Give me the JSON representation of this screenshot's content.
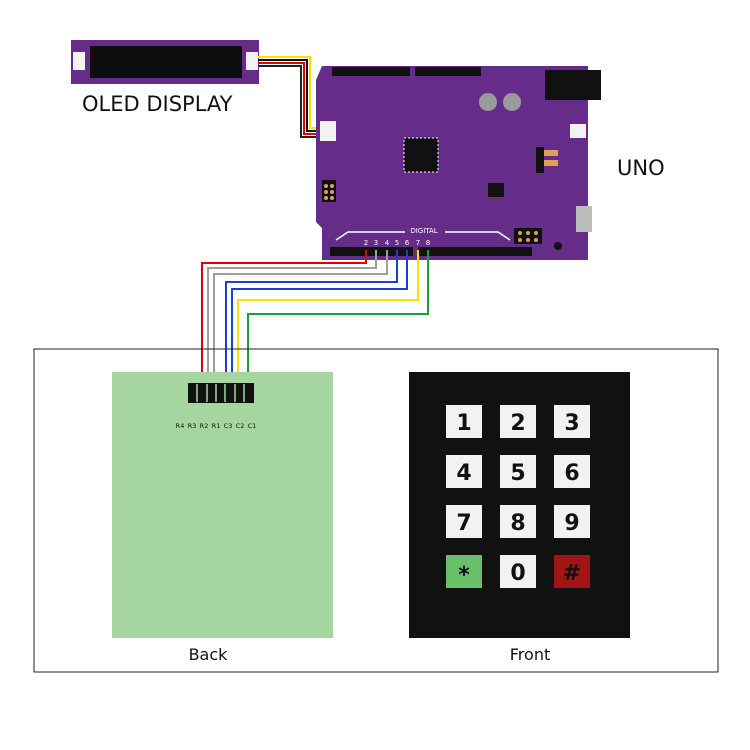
{
  "oled": {
    "label": "OLED DISPLAY"
  },
  "uno": {
    "label": "UNO",
    "digital_label": "DIGITAL",
    "pins": [
      "2",
      "3",
      "4",
      "5",
      "6",
      "7",
      "8"
    ]
  },
  "keypad_back": {
    "label": "Back",
    "pin_labels": [
      "R4",
      "R3",
      "R2",
      "R1",
      "C3",
      "C2",
      "C1"
    ]
  },
  "keypad_front": {
    "label": "Front",
    "keys": [
      "1",
      "2",
      "3",
      "4",
      "5",
      "6",
      "7",
      "8",
      "9",
      "*",
      "0",
      "#"
    ]
  },
  "colors": {
    "board": "#652C8A",
    "back_pcb": "#A5D69F",
    "front": "#111111",
    "star_key": "#6ABF69",
    "hash_key": "#A31515"
  }
}
